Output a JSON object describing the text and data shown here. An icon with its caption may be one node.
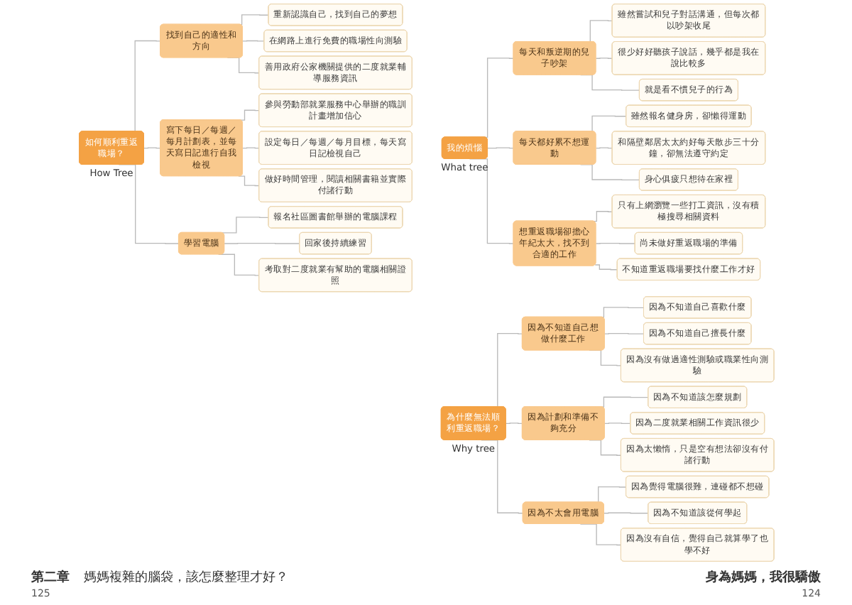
{
  "diagram": {
    "nodes": [
      {
        "text": [
          "如何順利重返職場？"
        ],
        "beside": [
          "How Tree"
        ]
      },
      {
        "text": [
          "找到自己的適性和方向"
        ]
      },
      {
        "text": [
          "重新認識自己，找到自己的夢想"
        ]
      },
      {
        "text": [
          "在網路上進行免費的職場性向測驗"
        ]
      },
      {
        "text": [
          "善用政府公家機關提供的二度就業輔導服務資訊"
        ]
      },
      {
        "text": [
          "寫下每日／每週／每月計劃表，並每天寫日記進行自我檢視"
        ]
      },
      {
        "text": [
          "參與勞動部就業服務中心舉辦的職訓計畫增加信心"
        ]
      },
      {
        "text": [
          "設定每日／每週／每月目標，每天寫日記檢視自己"
        ]
      },
      {
        "text": [
          "做好時間管理，閱讀相關書籍並實際付諸行動"
        ]
      },
      {
        "text": [
          "學習電腦"
        ]
      },
      {
        "text": [
          "報名社區圖書館舉辦的電腦課程"
        ]
      },
      {
        "text": [
          "回家後持續練習"
        ]
      },
      {
        "text": [
          "考取對二度就業有幫助的電腦相關證照"
        ]
      },
      {
        "text": [
          "我的煩惱"
        ],
        "beside": [
          "What tree"
        ]
      },
      {
        "text": [
          "每天和叛逆期的兒子吵架"
        ]
      },
      {
        "text": [
          "雖然嘗試和兒子對話溝通，但每次都以吵架收尾"
        ]
      },
      {
        "text": [
          "很少好好聽孩子說話，幾乎都是我在說比較多"
        ]
      },
      {
        "text": [
          "就是看不慣兒子的行為"
        ]
      },
      {
        "text": [
          "每天都好累不想運動"
        ]
      },
      {
        "text": [
          "雖然報名健身房，卻懶得運動"
        ]
      },
      {
        "text": [
          "和隔壁鄰居太太約好每天散步三十分鐘，卻無法遵守約定"
        ]
      },
      {
        "text": [
          "身心俱疲只想待在家裡"
        ]
      },
      {
        "text": [
          "想重返職場卻擔心年紀太大，找不到合適的工作"
        ]
      },
      {
        "text": [
          "只有上網瀏覽一些打工資訊，沒有積極搜尋相關資料"
        ]
      },
      {
        "text": [
          "尚未做好重返職場的準備"
        ]
      },
      {
        "text": [
          "不知道重返職場要找什麼工作才好"
        ]
      },
      {
        "text": [
          "為什麼無法順利重返職場？"
        ],
        "beside": [
          "Why tree"
        ]
      },
      {
        "text": [
          "因為不知道自己想做什麼工作"
        ]
      },
      {
        "text": [
          "因為不知道自己喜歡什麼"
        ]
      },
      {
        "text": [
          "因為不知道自己擅長什麼"
        ]
      },
      {
        "text": [
          "因為沒有做過適性測驗或職業性向測驗"
        ]
      },
      {
        "text": [
          "因為計劃和準備不夠充分"
        ]
      },
      {
        "text": [
          "因為不知道該怎麼規劃"
        ]
      },
      {
        "text": [
          "因為二度就業相關工作資訊很少"
        ]
      },
      {
        "text": [
          "因為太懶惰，只是空有想法卻沒有付諸行動"
        ]
      },
      {
        "text": [
          "因為不太會用電腦"
        ]
      },
      {
        "text": [
          "因為覺得電腦很難，連碰都不想碰"
        ]
      },
      {
        "text": [
          "因為不知道該從何學起"
        ]
      },
      {
        "text": [
          "因為沒有自信，覺得自己就算學了也學不好"
        ]
      }
    ],
    "edges": [
      {
        "from": 0,
        "to": 1,
        "arrow": "none"
      },
      {
        "from": 1,
        "to": 2,
        "arrow": "none"
      },
      {
        "from": 1,
        "to": 3,
        "arrow": "none"
      },
      {
        "from": 1,
        "to": 4,
        "arrow": "none"
      },
      {
        "from": 0,
        "to": 5,
        "arrow": "none"
      },
      {
        "from": 5,
        "to": 6,
        "arrow": "none"
      },
      {
        "from": 5,
        "to": 7,
        "arrow": "none"
      },
      {
        "from": 5,
        "to": 8,
        "arrow": "none"
      },
      {
        "from": 0,
        "to": 9,
        "arrow": "none"
      },
      {
        "from": 9,
        "to": 10,
        "arrow": "none"
      },
      {
        "from": 9,
        "to": 11,
        "arrow": "none"
      },
      {
        "from": 9,
        "to": 12,
        "arrow": "none"
      },
      {
        "from": 13,
        "to": 14,
        "arrow": "none"
      },
      {
        "from": 14,
        "to": 15,
        "arrow": "none"
      },
      {
        "from": 14,
        "to": 16,
        "arrow": "none"
      },
      {
        "from": 14,
        "to": 17,
        "arrow": "none"
      },
      {
        "from": 13,
        "to": 18,
        "arrow": "none"
      },
      {
        "from": 18,
        "to": 19,
        "arrow": "none"
      },
      {
        "from": 18,
        "to": 20,
        "arrow": "none"
      },
      {
        "from": 18,
        "to": 21,
        "arrow": "none"
      },
      {
        "from": 13,
        "to": 22,
        "arrow": "none"
      },
      {
        "from": 22,
        "to": 23,
        "arrow": "none"
      },
      {
        "from": 22,
        "to": 24,
        "arrow": "none"
      },
      {
        "from": 22,
        "to": 25,
        "arrow": "none"
      },
      {
        "from": 26,
        "to": 27,
        "arrow": "none"
      },
      {
        "from": 27,
        "to": 28,
        "arrow": "none"
      },
      {
        "from": 27,
        "to": 29,
        "arrow": "none"
      },
      {
        "from": 27,
        "to": 30,
        "arrow": "none"
      },
      {
        "from": 26,
        "to": 31,
        "arrow": "none"
      },
      {
        "from": 31,
        "to": 32,
        "arrow": "none"
      },
      {
        "from": 31,
        "to": 33,
        "arrow": "none"
      },
      {
        "from": 31,
        "to": 34,
        "arrow": "none"
      },
      {
        "from": 26,
        "to": 35,
        "arrow": "none"
      },
      {
        "from": 35,
        "to": 36,
        "arrow": "none"
      },
      {
        "from": 35,
        "to": 37,
        "arrow": "none"
      },
      {
        "from": 35,
        "to": 38,
        "arrow": "none"
      }
    ],
    "labels": [
      "第二章",
      "媽媽複雜的腦袋，該怎麼整理才好？",
      "125",
      "身為媽媽，我很驕傲",
      "124"
    ]
  }
}
